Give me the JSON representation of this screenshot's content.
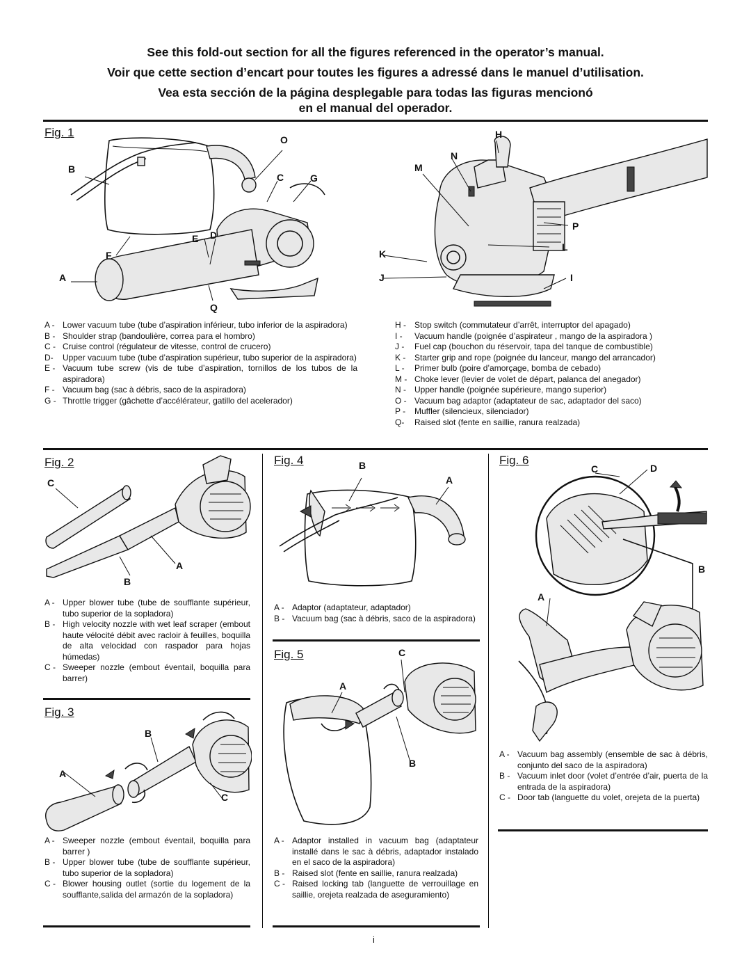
{
  "header": {
    "line_en": "See this fold-out section for all the figures referenced in the operator’s manual.",
    "line_fr": "Voir que cette section d’encart pour toutes les figures a adressé dans le manuel d’utilisation.",
    "line_es_1": "Vea esta sección de la página desplegable para todas las figuras mencionó",
    "line_es_2": "en el manual del operador."
  },
  "fig1": {
    "title": "Fig. 1",
    "callouts": [
      "O",
      "B",
      "C",
      "G",
      "E",
      "D",
      "F",
      "A",
      "Q",
      "H",
      "N",
      "M",
      "P",
      "K",
      "L",
      "J",
      "I"
    ],
    "legend_left": [
      {
        "k": "A -",
        "v": "Lower vacuum tube (tube d’aspiration inférieur, tubo inferior de la aspiradora)"
      },
      {
        "k": "B -",
        "v": "Shoulder strap (bandoulière, correa para el hombro)"
      },
      {
        "k": "C -",
        "v": "Cruise control (régulateur de vitesse, control de crucero)"
      },
      {
        "k": "D-",
        "v": "Upper vacuum tube (tube d’aspiration supérieur, tubo superior de la aspiradora)"
      },
      {
        "k": "E -",
        "v": "Vacuum tube screw (vis de tube d’aspiration, tornillos de los tubos de la aspiradora)"
      },
      {
        "k": "F -",
        "v": "Vacuum bag (sac à débris, saco de la aspiradora)"
      },
      {
        "k": "G -",
        "v": "Throttle trigger (gâchette d’accélérateur, gatillo del acelerador)"
      }
    ],
    "legend_right": [
      {
        "k": "H -",
        "v": "Stop switch (commutateur d’arrêt, interruptor del apagado)"
      },
      {
        "k": "I -",
        "v": "Vacuum handle (poignée d’aspirateur , mango de la aspiradora )"
      },
      {
        "k": "J -",
        "v": "Fuel cap (bouchon du réservoir, tapa del tanque de combustible)"
      },
      {
        "k": "K -",
        "v": "Starter grip and rope (poignée du lanceur, mango del arrancador)"
      },
      {
        "k": "L -",
        "v": "Primer bulb (poire d’amorçage, bomba de cebado)"
      },
      {
        "k": "M -",
        "v": "Choke lever (levier de volet de départ, palanca del anegador)"
      },
      {
        "k": "N -",
        "v": "Upper handle (poignée supérieure, mango superior)"
      },
      {
        "k": "O -",
        "v": "Vacuum bag adaptor (adaptateur de sac, adaptador del saco)"
      },
      {
        "k": "P -",
        "v": "Muffler (silencieux, silenciador)"
      },
      {
        "k": "Q-",
        "v": "Raised slot (fente en saillie, ranura realzada)"
      }
    ]
  },
  "fig2": {
    "title": "Fig. 2",
    "callouts": [
      "C",
      "A",
      "B"
    ],
    "legend": [
      {
        "k": "A -",
        "v": "Upper blower tube (tube de soufflante supérieur, tubo superior de la sopladora)"
      },
      {
        "k": "B -",
        "v": "High velocity nozzle with wet leaf scraper (embout haute vélocité débit avec racloir à feuilles, boquilla de alta velocidad con raspador para hojas húmedas)"
      },
      {
        "k": "C -",
        "v": "Sweeper nozzle (embout éventail, boquilla para barrer)"
      }
    ]
  },
  "fig3": {
    "title": "Fig. 3",
    "callouts": [
      "B",
      "A",
      "C"
    ],
    "legend": [
      {
        "k": "A -",
        "v": "Sweeper nozzle (embout éventail, boquilla para barrer )"
      },
      {
        "k": "B -",
        "v": "Upper blower tube (tube de soufflante supérieur, tubo superior de la sopladora)"
      },
      {
        "k": "C -",
        "v": "Blower housing outlet (sortie du logement de la soufflante,salida del armazón de la sopladora)"
      }
    ]
  },
  "fig4": {
    "title": "Fig. 4",
    "callouts": [
      "B",
      "A"
    ],
    "legend": [
      {
        "k": "A -",
        "v": "Adaptor (adaptateur, adaptador)"
      },
      {
        "k": "B -",
        "v": "Vacuum bag (sac à débris, saco de la aspiradora)"
      }
    ]
  },
  "fig5": {
    "title": "Fig. 5",
    "callouts": [
      "C",
      "A",
      "B"
    ],
    "legend": [
      {
        "k": "A -",
        "v": "Adaptor installed in vacuum bag (adaptateur installé dans le sac à débris, adaptador instalado en el saco de la aspiradora)"
      },
      {
        "k": "B -",
        "v": "Raised slot (fente en saillie, ranura realzada)"
      },
      {
        "k": "C -",
        "v": "Raised locking tab (languette de verrouillage en saillie, orejeta realzada de aseguramiento)"
      }
    ]
  },
  "fig6": {
    "title": "Fig. 6",
    "callouts": [
      "D",
      "C",
      "B",
      "A"
    ],
    "legend": [
      {
        "k": "A -",
        "v": "Vacuum bag assembly (ensemble de sac à débris, conjunto del saco de la aspiradora)"
      },
      {
        "k": "B -",
        "v": "Vacuum inlet door (volet d’entrée d’air, puerta de la entrada de la aspiradora)"
      },
      {
        "k": "C -",
        "v": "Door tab (languette du volet, orejeta de la puerta)"
      }
    ]
  },
  "page_number": "i"
}
